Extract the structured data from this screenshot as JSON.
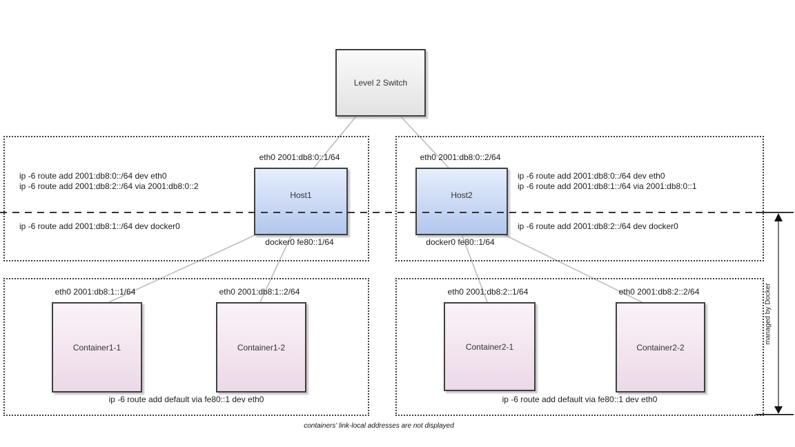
{
  "switch_label": "Level 2 Switch",
  "hosts": [
    {
      "name": "Host1",
      "eth": "eth0 2001:db8:0::1/64",
      "docker": "docker0 fe80::1/64",
      "routes_above": [
        "ip -6 route add 2001:db8:0::/64 dev eth0",
        "ip -6 route add 2001:db8:2::/64 via 2001:db8:0::2"
      ],
      "route_below": "ip -6 route add 2001:db8:1::/64 dev docker0"
    },
    {
      "name": "Host2",
      "eth": "eth0 2001:db8:0::2/64",
      "docker": "docker0 fe80::1/64",
      "routes_above": [
        "ip -6 route add 2001:db8:0::/64 dev eth0",
        "ip -6 route add 2001:db8:1::/64 via 2001:db8:0::1"
      ],
      "route_below": "ip -6 route add 2001:db8:2::/64 dev docker0"
    }
  ],
  "container_groups": [
    {
      "containers": [
        {
          "name": "Container1-1",
          "eth": "eth0 2001:db8:1::1/64"
        },
        {
          "name": "Container1-2",
          "eth": "eth0 2001:db8:1::2/64"
        }
      ],
      "default_route": "ip -6 route add default via fe80::1 dev eth0"
    },
    {
      "containers": [
        {
          "name": "Container2-1",
          "eth": "eth0 2001:db8:2::1/64"
        },
        {
          "name": "Container2-2",
          "eth": "eth0 2001:db8:2::2/64"
        }
      ],
      "default_route": "ip -6 route add default via fe80::1 dev eth0"
    }
  ],
  "side_label": "managed by Docker",
  "footnote": "containers' link-local addresses are not displayed",
  "colors": {
    "host_fill_top": "#e7eefc",
    "host_fill_bottom": "#b2c7ee",
    "container_fill_top": "#faf3f8",
    "container_fill_bottom": "#ecd9e8",
    "switch_fill_top": "#fafafa",
    "switch_fill_bottom": "#e2e2e2",
    "box_border": "#3f3f3f",
    "group_border": "#3c3c3c",
    "connector": "#bdbdbd",
    "dashed_line": "#333333",
    "arrow": "#7a7a7a"
  }
}
